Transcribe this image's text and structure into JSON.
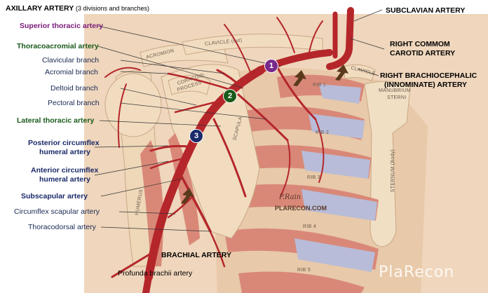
{
  "title": {
    "main": "AXILLARY ARTERY",
    "sub": "(3 divisions and branches)"
  },
  "left_labels": [
    {
      "text": "Superior thoracic artery",
      "style": "purple"
    },
    {
      "text": "Thoracoacromial artery",
      "style": "green"
    },
    {
      "text": "Clavicular branch",
      "style": "navy"
    },
    {
      "text": "Acromial branch",
      "style": "navy"
    },
    {
      "text": "Deltoid branch",
      "style": "navy"
    },
    {
      "text": "Pectoral branch",
      "style": "navy"
    },
    {
      "text": "Lateral thoracic artery",
      "style": "green"
    },
    {
      "text": "Posterior circumflex",
      "style": "navy"
    },
    {
      "text": "humeral artery",
      "style": "navy"
    },
    {
      "text": "Anterior circumflex",
      "style": "navy"
    },
    {
      "text": "humeral artery",
      "style": "navy"
    },
    {
      "text": "Subscapular artery",
      "style": "navy"
    },
    {
      "text": "Circumflex scapular artery",
      "style": "navy"
    },
    {
      "text": "Thoracodorsal artery",
      "style": "navy"
    }
  ],
  "bottom_labels": {
    "brachial": "BRACHIAL ARTERY",
    "profunda": "Profunda brachii artery"
  },
  "right_labels": {
    "subclavian": "SUBCLAVIAN ARTERY",
    "carotid_1": "RIGHT COMMOM",
    "carotid_2": "CAROTID ARTERY",
    "brachio_1": "RIGHT BRACHIOCEPHALIC",
    "brachio_2": "(INNOMINATE) ARTERY"
  },
  "bone_labels": {
    "clavicle_cut": "CLAVICLE (cut)",
    "acromion": "ACROMION",
    "coracoid": "CORACOID",
    "process": "PROCESS",
    "scapula": "SCAPULA",
    "humerus": "HUMERUS",
    "clavicle": "CLAVICLE",
    "manubrium_1": "MANUBRIUM",
    "manubrium_2": "STERNI",
    "sternum": "STERNUM (Body)",
    "rib1": "RIB 1",
    "rib2": "RIB 2",
    "rib3": "RIB 3",
    "rib4": "RIB 4",
    "rib5": "RIB 5"
  },
  "badges": [
    {
      "num": "1",
      "color": "#7a2a8a"
    },
    {
      "num": "2",
      "color": "#1a5a1a"
    },
    {
      "num": "3",
      "color": "#1a2a6a"
    }
  ],
  "signature": "P.Rain",
  "site": "PLARECON.COM",
  "watermark": "PlaRecon",
  "colors": {
    "artery": "#b5262a",
    "bone": "#f0d2b0",
    "muscle": "#d98878",
    "cartilage": "#b8bcd8"
  }
}
